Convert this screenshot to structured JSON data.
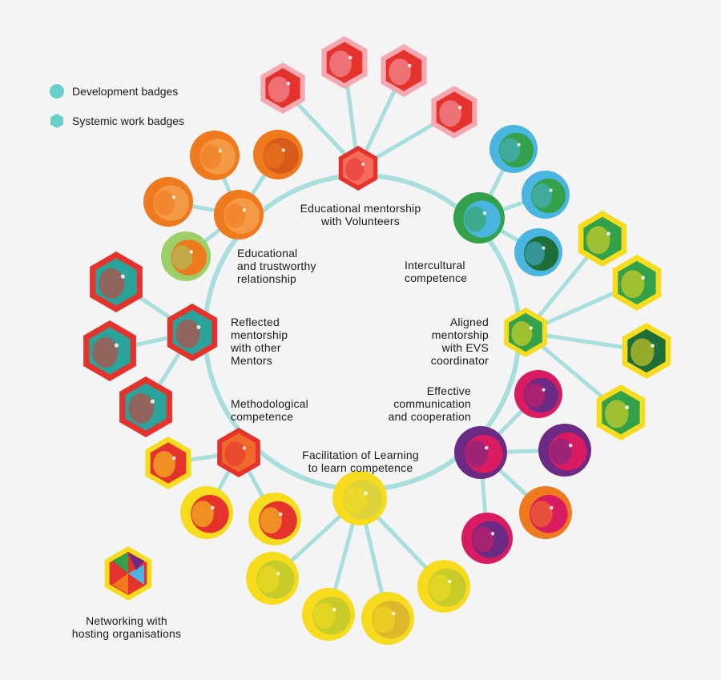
{
  "colors": {
    "background": "#f4f4f4",
    "line": "#a8dedd",
    "legend": "#69cfca",
    "red": "#e5322d",
    "pink": "#f5a8b0",
    "orange": "#ef7a1e",
    "teal": "#2aa39a",
    "green": "#33a04a",
    "blue": "#49b5e0",
    "yellow": "#f7dc1e",
    "magenta": "#d91b62",
    "purple": "#6b2a84"
  },
  "legend": {
    "development": "Development badges",
    "systemic": "Systemic work badges"
  },
  "groups": {
    "volunteers": "Educational mentorship\nwith Volunteers",
    "intercultural": "Intercultural\ncompetence",
    "evs": "Aligned\nmentorship\nwith EVS\ncoordinator",
    "communication": "Effective\ncommunication\nand cooperation",
    "learning": "Facilitation of Learning\nto learn competence",
    "methodological": "Methodological\ncompetence",
    "reflected": "Reflected\nmentorship\nwith other\nMentors",
    "trustworthy": "Educational\nand trustworthy\nrelationship",
    "networking": "Networking with\nhosting  organisations"
  }
}
